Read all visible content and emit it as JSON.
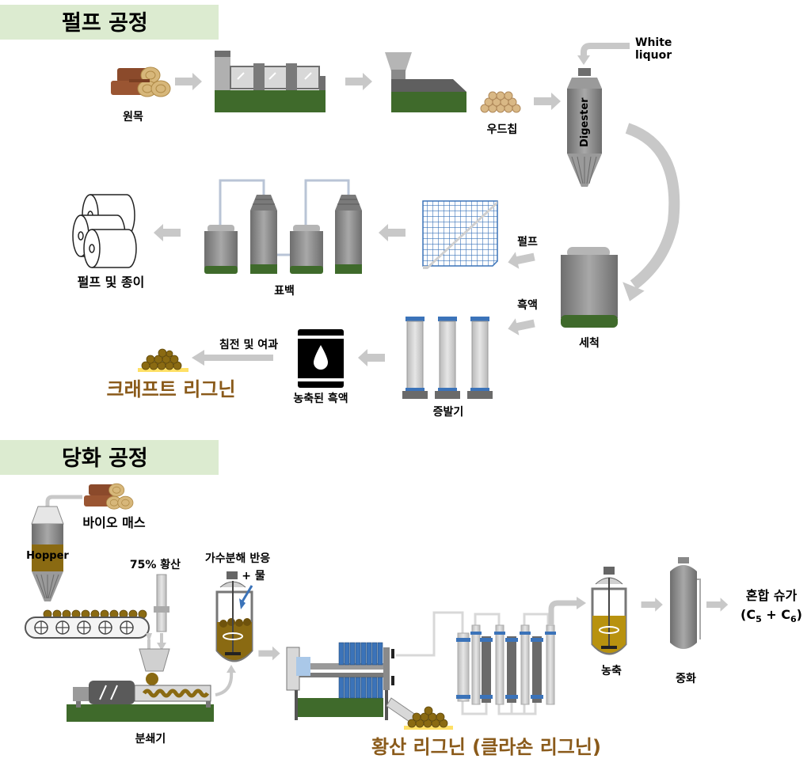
{
  "pulp": {
    "title": "펄프 공정",
    "wood": "원목",
    "chips": "우드칩",
    "white_liquor": "White\nliquor",
    "digester": "Digester",
    "pulp_label": "펄프",
    "black_liquor": "흑액",
    "washing": "세척",
    "bleaching": "표백",
    "pulp_paper": "펄프 및 종이",
    "evaporator": "증발기",
    "concentrated": "농축된 흑액",
    "precip": "침전 및 여과",
    "kraft": "크래프트 리그닌"
  },
  "sacch": {
    "title": "당화 공정",
    "biomass": "바이오 매스",
    "hopper": "Hopper",
    "acid": "75% 황산",
    "hydrolysis": "가수분해 반응",
    "water": "+ 물",
    "crusher": "분쇄기",
    "concentrate": "농축",
    "neutralize": "중화",
    "mixed_sugar": "혼합 슈가",
    "formula_c": "(C",
    "formula_5": "5",
    "formula_plus": " + C",
    "formula_6": "6",
    "formula_close": ")",
    "klason": "황산 리그닌 (클라손 리그닌)"
  },
  "colors": {
    "header_bg": "#dcebd0",
    "arrow": "#c8c8c8",
    "base_green": "#3f6a2b",
    "gray": "#8c8c8c",
    "dark_gray": "#5a5a5a",
    "lignin": "#8a6a12",
    "liquid": "#b8920f",
    "brown_text": "#8a5a1a",
    "blue": "#3b73b9"
  }
}
